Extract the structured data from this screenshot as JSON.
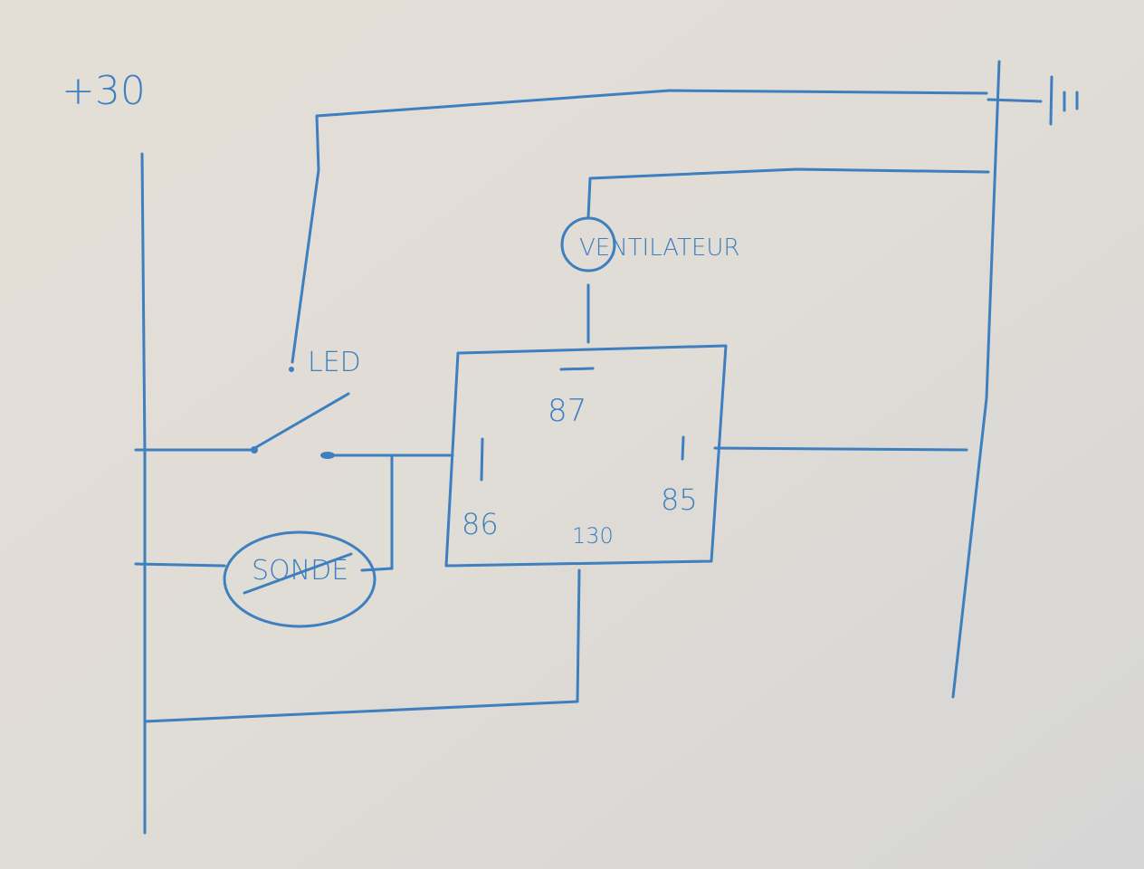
{
  "diagram": {
    "title": "Relay fan circuit (hand drawn)",
    "labels": {
      "supply": "+30",
      "led": "LED",
      "fan": "VENTILATEUR",
      "pin87": "87",
      "pin86": "86",
      "pin85": "85",
      "pin30": "130",
      "sensor": "SONDE"
    },
    "colors": {
      "ink": "#3d7fbf",
      "paper": "#dedbd6"
    },
    "icons": [
      "ground-symbol",
      "switch",
      "fan-motor-circle",
      "sensor-ellipse",
      "relay-box"
    ]
  }
}
